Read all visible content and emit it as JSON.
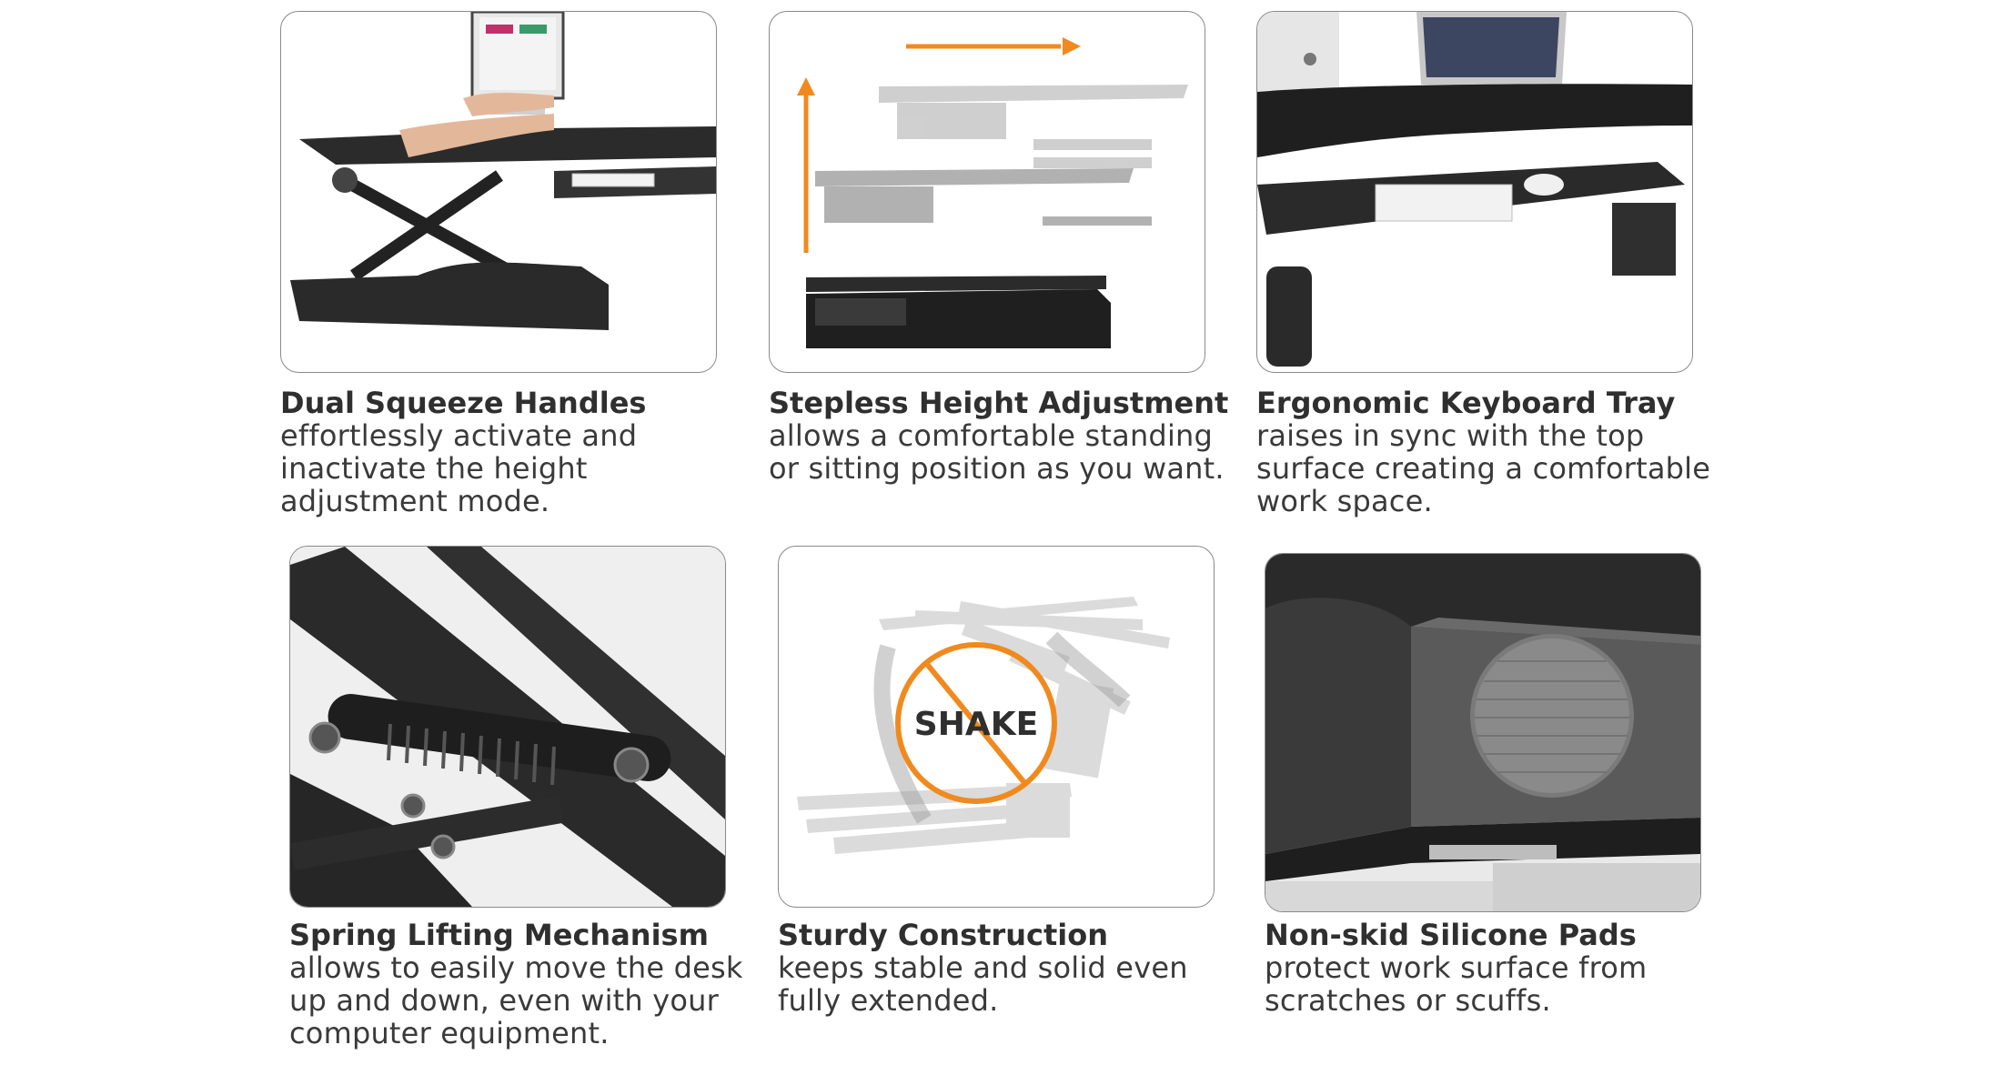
{
  "colors": {
    "accent": "#f08a1e",
    "frame": "#8a8a8a",
    "product": "#2b2b2b"
  },
  "features": [
    {
      "icon": "desk-riser-handles-photo",
      "title": "Dual Squeeze Handles",
      "lines": [
        "effortlessly activate and",
        "inactivate the height",
        "adjustment mode."
      ]
    },
    {
      "icon": "height-adjust-arrows-photo",
      "title": "Stepless Height Adjustment",
      "lines": [
        "allows a comfortable standing",
        "or sitting position as you want."
      ]
    },
    {
      "icon": "keyboard-tray-photo",
      "title": "Ergonomic Keyboard Tray",
      "lines": [
        "raises in sync with the top",
        "surface creating a comfortable",
        "work space."
      ]
    },
    {
      "icon": "spring-mechanism-photo",
      "title": "Spring Lifting Mechanism",
      "lines": [
        "allows to easily move the desk",
        "up and down, even with your",
        "computer equipment."
      ]
    },
    {
      "icon": "no-shake-icon",
      "badge": "SHAKE",
      "title": "Sturdy Construction",
      "lines": [
        "keeps stable and solid even",
        "fully extended."
      ]
    },
    {
      "icon": "silicone-pad-photo",
      "title": "Non-skid Silicone Pads",
      "lines": [
        "protect work surface from",
        "scratches or scuffs."
      ]
    }
  ]
}
